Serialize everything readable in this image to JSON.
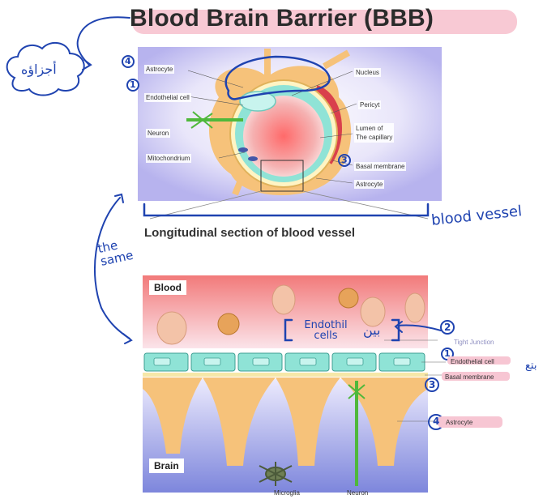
{
  "title": "Blood Brain Barrier (BBB)",
  "top_diagram": {
    "labels": {
      "astrocyte_top": "Astrocyte",
      "endothelial": "Endothelial cell",
      "neuron": "Neuron",
      "mitochondrium": "Mitochondrium",
      "nucleus": "Nucleus",
      "pericyt": "Pericyt",
      "lumen": "Lumen of\nThe capillary",
      "basal": "Basal membrane",
      "astrocyte_bottom": "Astrocyte"
    }
  },
  "section_title": "Longitudinal section of blood vessel",
  "bottom_diagram": {
    "blood": "Blood",
    "brain": "Brain",
    "labels": {
      "tight_junction": "Tight Junction",
      "endothelial": "Endothelial cell",
      "basal": "Basal membrane",
      "astrocyte": "Astrocyte",
      "microglia": "Microglia",
      "neuron": "Neuron"
    }
  },
  "handwriting": {
    "arabic_cloud": "أجزاؤه",
    "blood_vessel": "blood vessel",
    "the_same": "the same",
    "endothelial_note": "Endothil cells",
    "arabic_note": "بين",
    "arabic_left": "بتع",
    "numbers": {
      "n4_top": "4",
      "n1_top": "1",
      "n3_top": "3",
      "n2_bottom": "2",
      "n1_bottom": "1",
      "n3_bottom": "3",
      "n4_bottom": "4"
    }
  },
  "colors": {
    "ink": "#1f43b0",
    "highlight": "#f8c9d4",
    "endothelium": "#8fe3d6",
    "astrocyte": "#f6c27a",
    "blood": "#f47b7b",
    "brain": "#8a93e0"
  }
}
